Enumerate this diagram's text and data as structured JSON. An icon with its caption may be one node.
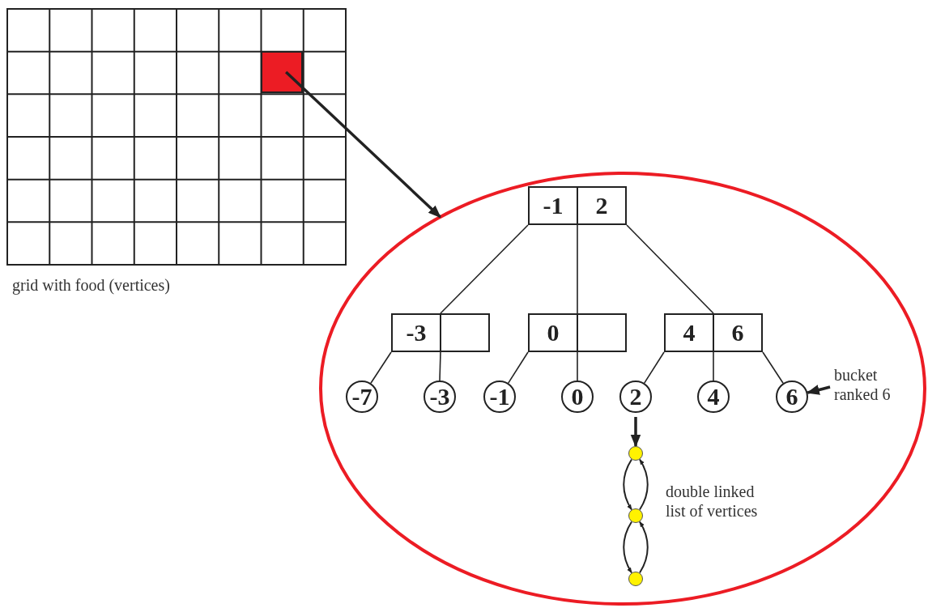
{
  "diagram": {
    "nodes": [
      {
        "text": [],
        "shape": "grid",
        "beside": [
          "grid with food (vertices)"
        ]
      },
      {
        "text": [],
        "shape": "box",
        "in": 0
      },
      {
        "text": [],
        "shape": "ellipse"
      },
      {
        "text": [
          "-1",
          "2"
        ],
        "in": 2
      },
      {
        "text": [
          "-3"
        ],
        "in": 2
      },
      {
        "text": [
          "0"
        ],
        "in": 2
      },
      {
        "text": [
          "4",
          "6"
        ],
        "in": 2
      },
      {
        "text": [
          "-7"
        ],
        "in": 2
      },
      {
        "text": [
          "-3"
        ],
        "in": 2
      },
      {
        "text": [
          "-1"
        ],
        "in": 2
      },
      {
        "text": [
          "0"
        ],
        "in": 2
      },
      {
        "text": [
          "2"
        ],
        "in": 2
      },
      {
        "text": [
          "4"
        ],
        "in": 2
      },
      {
        "text": [
          "6"
        ],
        "in": 2
      },
      {
        "text": [
          "bucket ranked 6"
        ],
        "in": 2
      },
      {
        "text": [],
        "shape": "circle",
        "in": 2
      },
      {
        "text": [],
        "shape": "circle",
        "in": 2
      },
      {
        "text": [],
        "shape": "circle",
        "in": 2
      }
    ],
    "edges": [
      {
        "from": 1,
        "to": 2,
        "arrow": "to",
        "style": "thick"
      },
      {
        "from": 3,
        "to": 4,
        "arrow": "none"
      },
      {
        "from": 3,
        "to": 5,
        "arrow": "none"
      },
      {
        "from": 3,
        "to": 6,
        "arrow": "none"
      },
      {
        "from": 4,
        "to": 7,
        "arrow": "none"
      },
      {
        "from": 4,
        "to": 8,
        "arrow": "none"
      },
      {
        "from": 5,
        "to": 9,
        "arrow": "none"
      },
      {
        "from": 5,
        "to": 10,
        "arrow": "none"
      },
      {
        "from": 6,
        "to": 11,
        "arrow": "none"
      },
      {
        "from": 6,
        "to": 12,
        "arrow": "none"
      },
      {
        "from": 6,
        "to": 13,
        "arrow": "none"
      },
      {
        "from": 14,
        "to": 13,
        "arrow": "to",
        "style": "thick"
      },
      {
        "from": 11,
        "to": 15,
        "arrow": "to",
        "style": "thick"
      },
      {
        "from": 15,
        "to": 16,
        "arrow": "to"
      },
      {
        "from": 16,
        "to": 15,
        "arrow": "to"
      },
      {
        "from": 16,
        "to": 17,
        "arrow": "to"
      },
      {
        "from": 17,
        "to": 16,
        "arrow": "to"
      }
    ],
    "labels": [
      "double linked list of vertices"
    ]
  }
}
